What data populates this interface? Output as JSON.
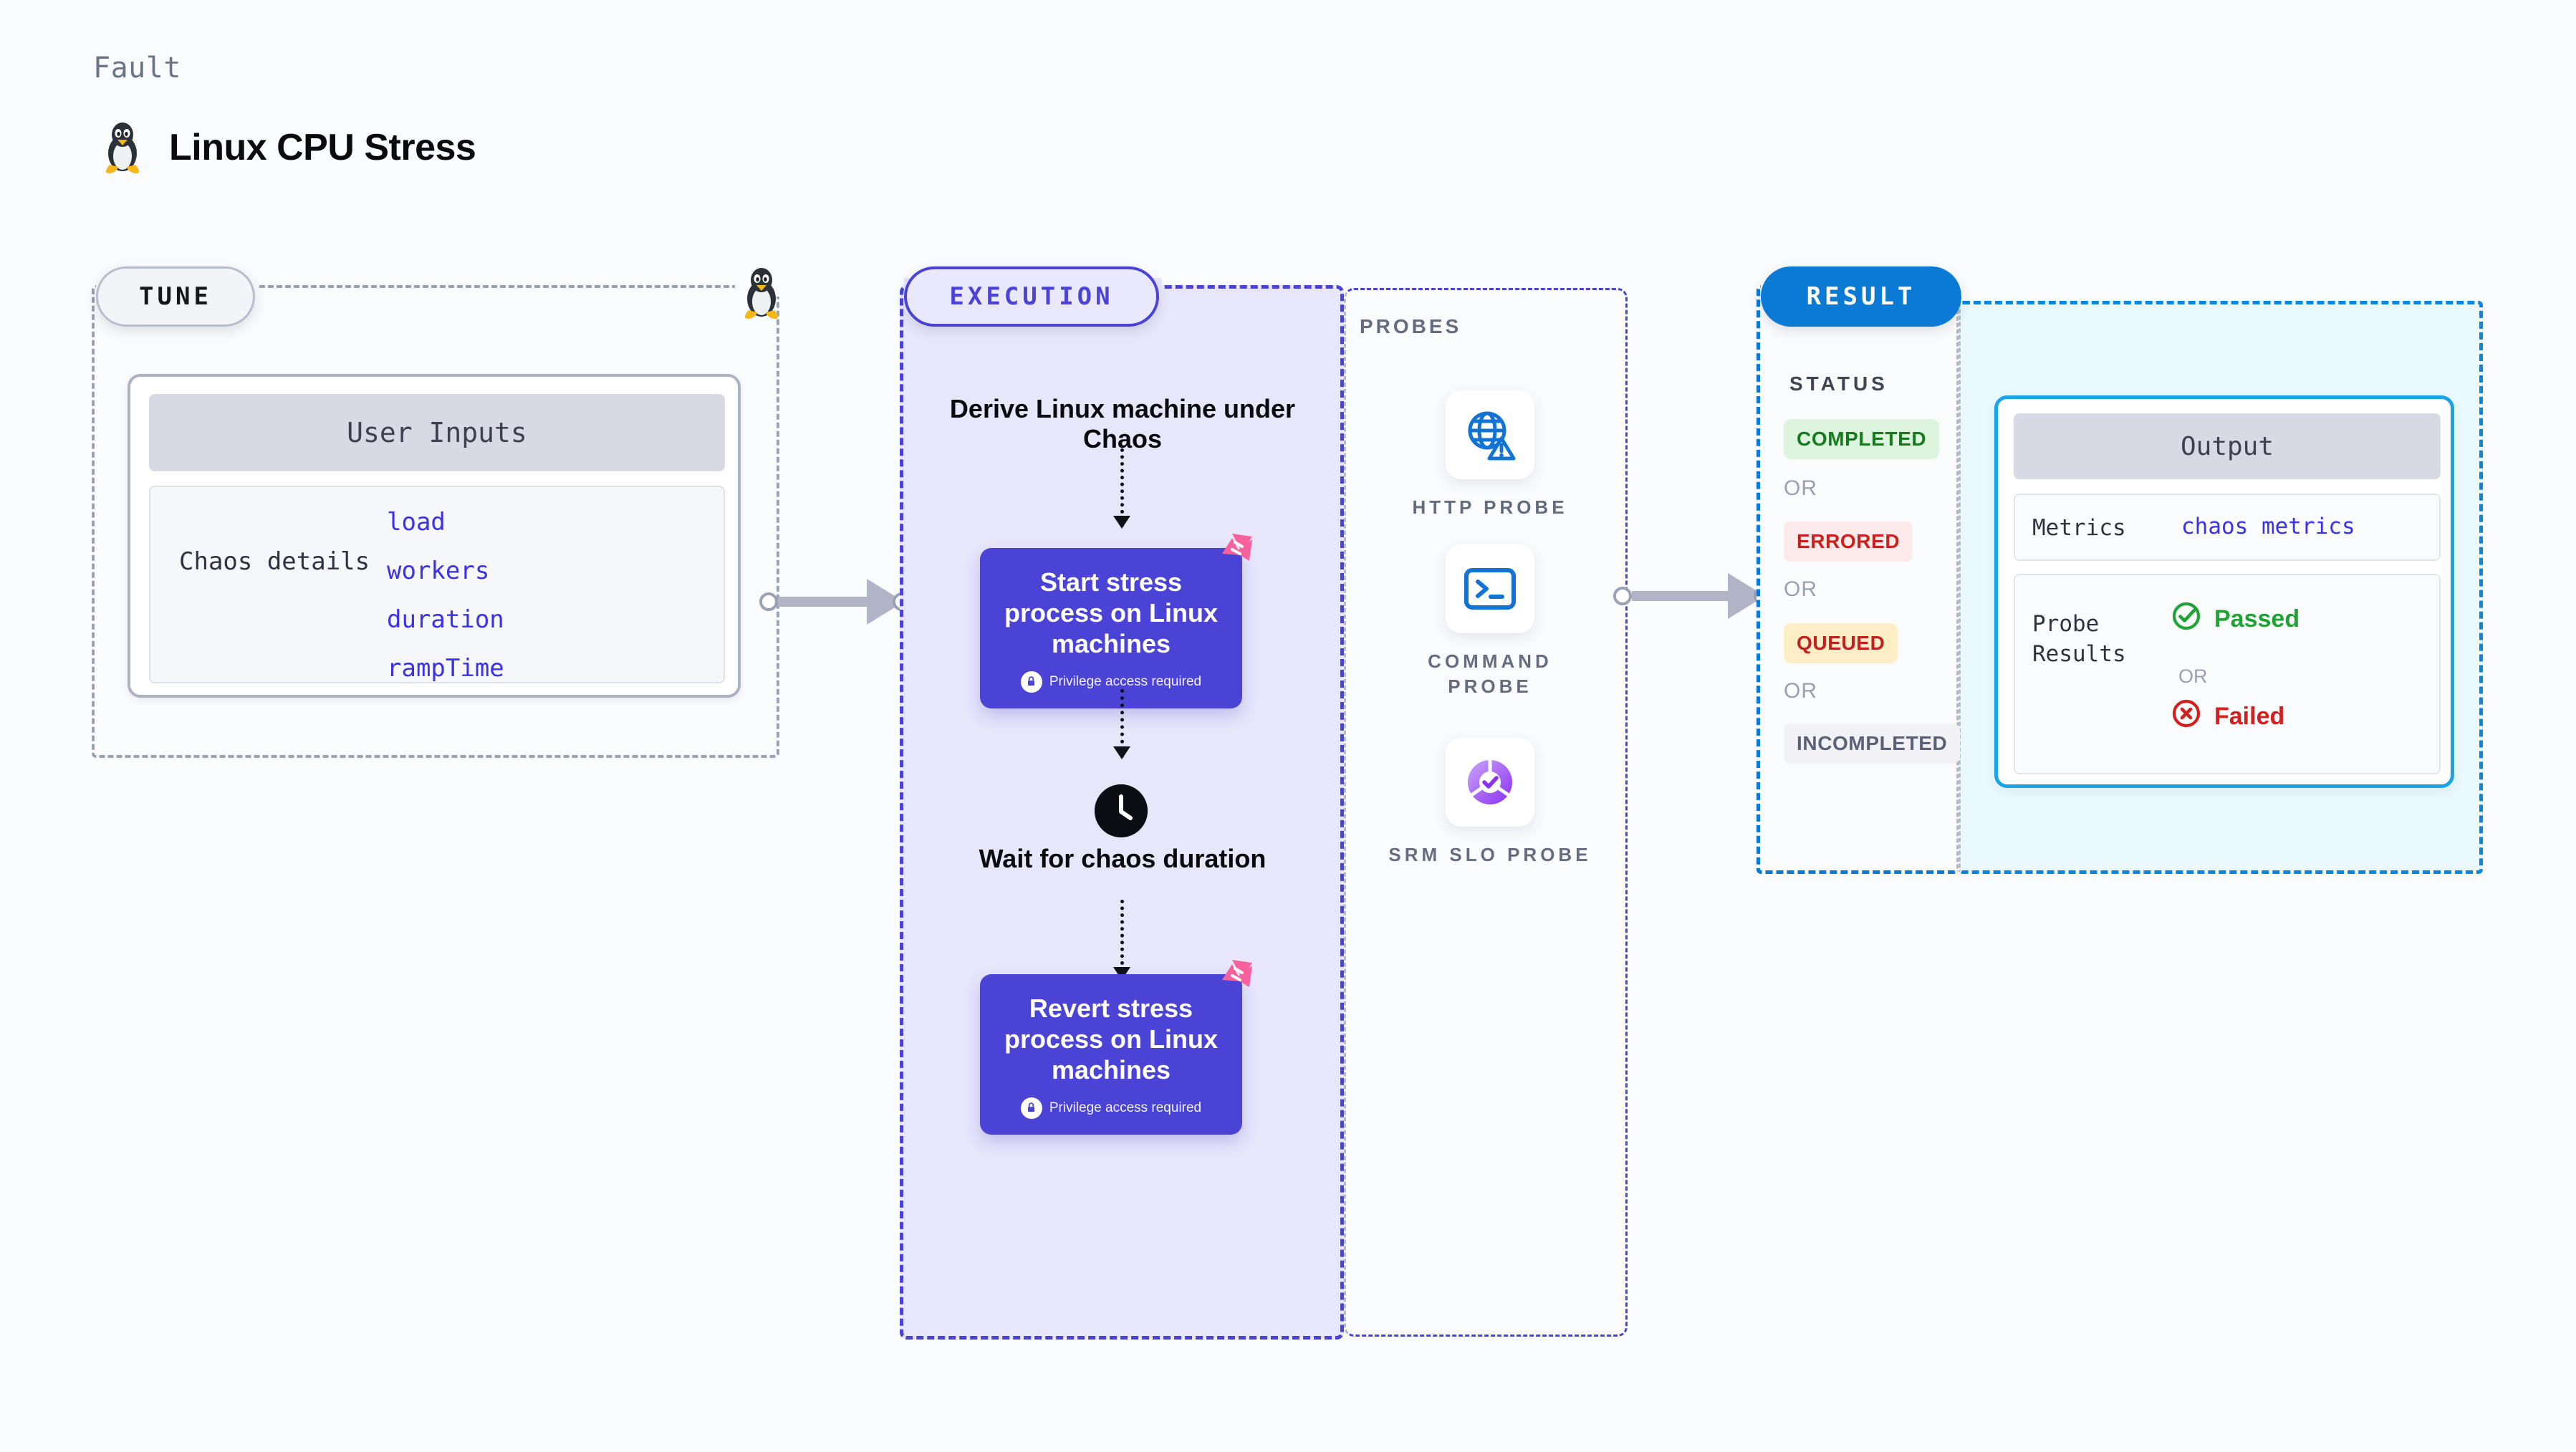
{
  "header": {
    "kicker": "Fault",
    "title": "Linux CPU Stress",
    "icon": "linux-tux-icon"
  },
  "tune": {
    "pill_label": "TUNE",
    "corner_icon": "linux-tux-icon",
    "card": {
      "header": "User Inputs",
      "param_group_label": "Chaos details",
      "params": [
        "load",
        "workers",
        "duration",
        "rampTime"
      ]
    }
  },
  "execution": {
    "pill_label": "EXECUTION",
    "steps": [
      {
        "type": "label",
        "text": "Derive Linux machine under Chaos"
      },
      {
        "type": "node",
        "title": "Start stress process on Linux machines",
        "note": "Privilege access required",
        "badge_icon": "harness-logo-icon",
        "lock_icon": "lock-icon"
      },
      {
        "type": "label",
        "text": "Wait for chaos duration",
        "icon": "clock-icon"
      },
      {
        "type": "node",
        "title": "Revert stress process on Linux machines",
        "note": "Privilege access required",
        "badge_icon": "harness-logo-icon",
        "lock_icon": "lock-icon"
      }
    ],
    "derive_label": "Derive Linux machine under Chaos",
    "wait_label": "Wait for chaos duration",
    "start_node_title": "Start stress process on Linux machines",
    "start_node_note": "Privilege access required",
    "revert_node_title": "Revert stress process on Linux machines",
    "revert_node_note": "Privilege access required"
  },
  "probes": {
    "title": "PROBES",
    "items": [
      {
        "label": "HTTP PROBE",
        "icon": "globe-warning-icon"
      },
      {
        "label": "COMMAND PROBE",
        "icon": "terminal-icon"
      },
      {
        "label": "SRM SLO PROBE",
        "icon": "slo-donut-check-icon"
      }
    ]
  },
  "result": {
    "pill_label": "RESULT",
    "status_title": "STATUS",
    "or_label": "OR",
    "statuses": [
      {
        "label": "COMPLETED",
        "bg": "#ddf5de",
        "fg": "#167a1f"
      },
      {
        "label": "ERRORED",
        "bg": "#fdeaea",
        "fg": "#c9221c"
      },
      {
        "label": "QUEUED",
        "bg": "#fdeec5",
        "fg": "#c02020"
      },
      {
        "label": "INCOMPLETED",
        "bg": "#f1f1f6",
        "fg": "#5b6176"
      }
    ],
    "output": {
      "header": "Output",
      "metrics_key": "Metrics",
      "metrics_value": "chaos metrics",
      "probe_results_key": "Probe Results",
      "passed_label": "Passed",
      "failed_label": "Failed",
      "or_label": "OR",
      "passed_icon": "check-circle-icon",
      "failed_icon": "x-circle-icon"
    }
  },
  "colors": {
    "accent_purple": "#4b43d6",
    "accent_blue": "#0b7ad4",
    "accent_pink": "#f7629c",
    "success_green": "#1fa334",
    "error_red": "#d21f1f",
    "warning_yellow": "#fdeec5"
  }
}
